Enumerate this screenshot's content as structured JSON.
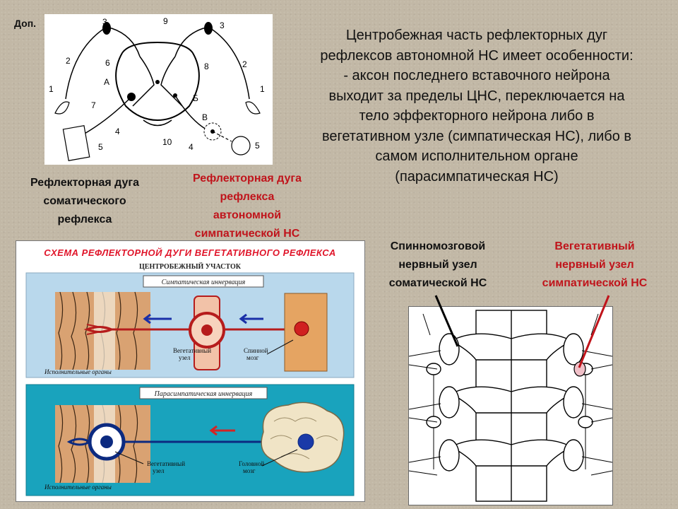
{
  "corner_label": "Доп.",
  "main_text": [
    "Центробежная часть рефлекторных дуг",
    "рефлексов автономной НС имеет особенности:",
    "- аксон последнего вставочного нейрона",
    "выходит за пределы ЦНС, переключается на",
    "тело эффекторного нейрона либо в",
    "вегетативном узле (симпатическая НС), либо в",
    "самом исполнительном органе",
    "(парасимпатическая НС)"
  ],
  "label_somatic": [
    "Рефлекторная дуга",
    "соматического",
    "рефлекса"
  ],
  "label_autonomic": [
    "Рефлекторная дуга",
    "рефлекса",
    "автономной",
    "симпатической НС"
  ],
  "label_spinal_ganglion": [
    "Спинномозговой",
    "нервный узел",
    "соматической НС"
  ],
  "label_veg_ganglion": [
    "Вегетативный",
    "нервный узел",
    "симпатической НС"
  ],
  "arc_diagram": {
    "numbers": [
      "1",
      "2",
      "3",
      "4",
      "5",
      "6",
      "7",
      "8",
      "9",
      "10",
      "А",
      "Б",
      "В",
      "3",
      "2",
      "1",
      "4",
      "5"
    ]
  },
  "scheme": {
    "title": "СХЕМА РЕФЛЕКТОРНОЙ ДУГИ ВЕГЕТАТИВНОГО РЕФЛЕКСА",
    "subtitle": "ЦЕНТРОБЕЖНЫЙ УЧАСТОК",
    "sym_title": "Симпатическая иннервация",
    "sym_ganglion": [
      "Вегетативный",
      "узел"
    ],
    "sym_cord": [
      "Спинной",
      "мозг"
    ],
    "sym_organs": "Исполнительные органы",
    "para_title": "Парасимпатическая иннервация",
    "para_ganglion": [
      "Вегетативный",
      "узел"
    ],
    "para_brain": [
      "Головной",
      "мозг"
    ],
    "para_organs": "Исполнительные органы"
  },
  "colors": {
    "red_text": "#c0141b",
    "scheme_sym_bg": "#b9d8ec",
    "scheme_para_bg": "#19a3bd",
    "nerve_red": "#b61c1c",
    "nerve_blue": "#0c2a80"
  }
}
